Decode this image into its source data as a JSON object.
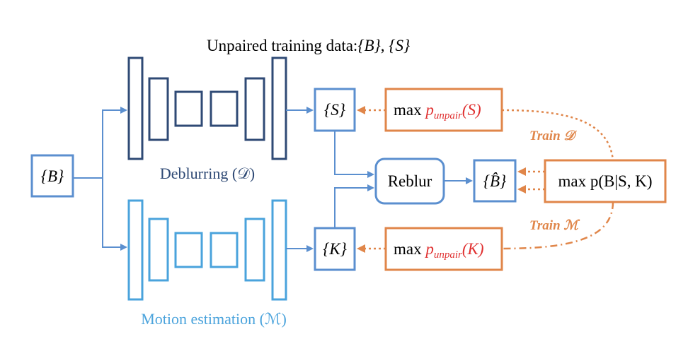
{
  "title": {
    "prefix": "Unpaired training data:",
    "set_b": "{B}",
    "sep": ", ",
    "set_s": "{S}"
  },
  "nodes": {
    "input_b": "{B}",
    "output_s": "{S}",
    "output_k": "{K}",
    "reblur": "Reblur",
    "reblurred_b": "{B̂}"
  },
  "networks": {
    "deblurring": "Deblurring (𝒟)",
    "motion": "Motion estimation (ℳ)"
  },
  "objectives": {
    "unpair_s": {
      "max": "max ",
      "p": "p",
      "sub": "unpair",
      "arg": "(S)"
    },
    "unpair_k": {
      "max": "max ",
      "p": "p",
      "sub": "unpair",
      "arg": "(K)"
    },
    "likelihood": "max p(B|S, K)"
  },
  "train_labels": {
    "train_d": "Train 𝒟",
    "train_m": "Train ℳ"
  },
  "colors": {
    "dark_blue": "#2f4a75",
    "light_blue": "#4aa3dc",
    "mid_blue": "#5b8fcf",
    "orange": "#e0864a",
    "red": "#e03030"
  }
}
